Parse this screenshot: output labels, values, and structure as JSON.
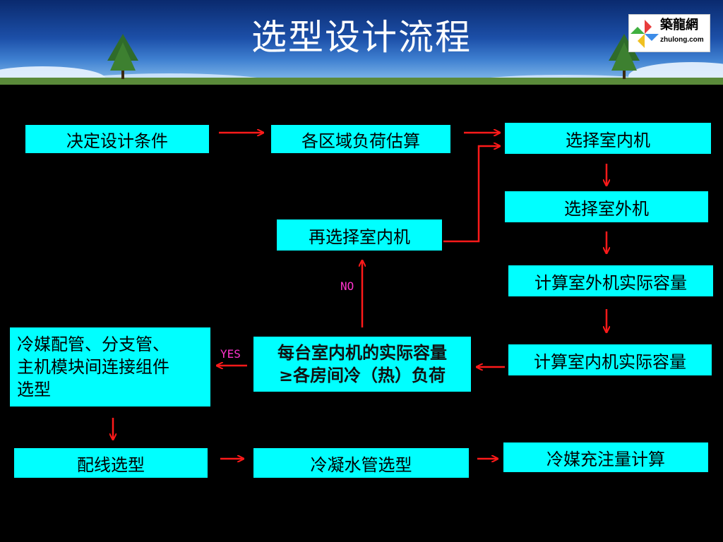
{
  "title": "选型设计流程",
  "logo": {
    "text": "築龍網",
    "url": "zhulong.com"
  },
  "nodes": {
    "decide_conditions": "决定设计条件",
    "zone_load_estimate": "各区域负荷估算",
    "select_indoor": "选择室内机",
    "select_outdoor": "选择室外机",
    "reselect_indoor": "再选择室内机",
    "calc_outdoor_capacity": "计算室外机实际容量",
    "calc_indoor_capacity": "计算室内机实际容量",
    "capacity_check": "每台室内机的实际容量\n≥各房间冷（热）负荷",
    "refrigerant_piping": "冷媒配管、分支管、\n主机模块间连接组件\n选型",
    "wiring_selection": "配线选型",
    "condensate_pipe": "冷凝水管选型",
    "refrigerant_charge": "冷媒充注量计算"
  },
  "labels": {
    "no": "NO",
    "yes": "YES"
  },
  "colors": {
    "box": "#00ffff",
    "arrow": "#ff1a1a",
    "label": "#ff33cc",
    "background": "#000000"
  }
}
